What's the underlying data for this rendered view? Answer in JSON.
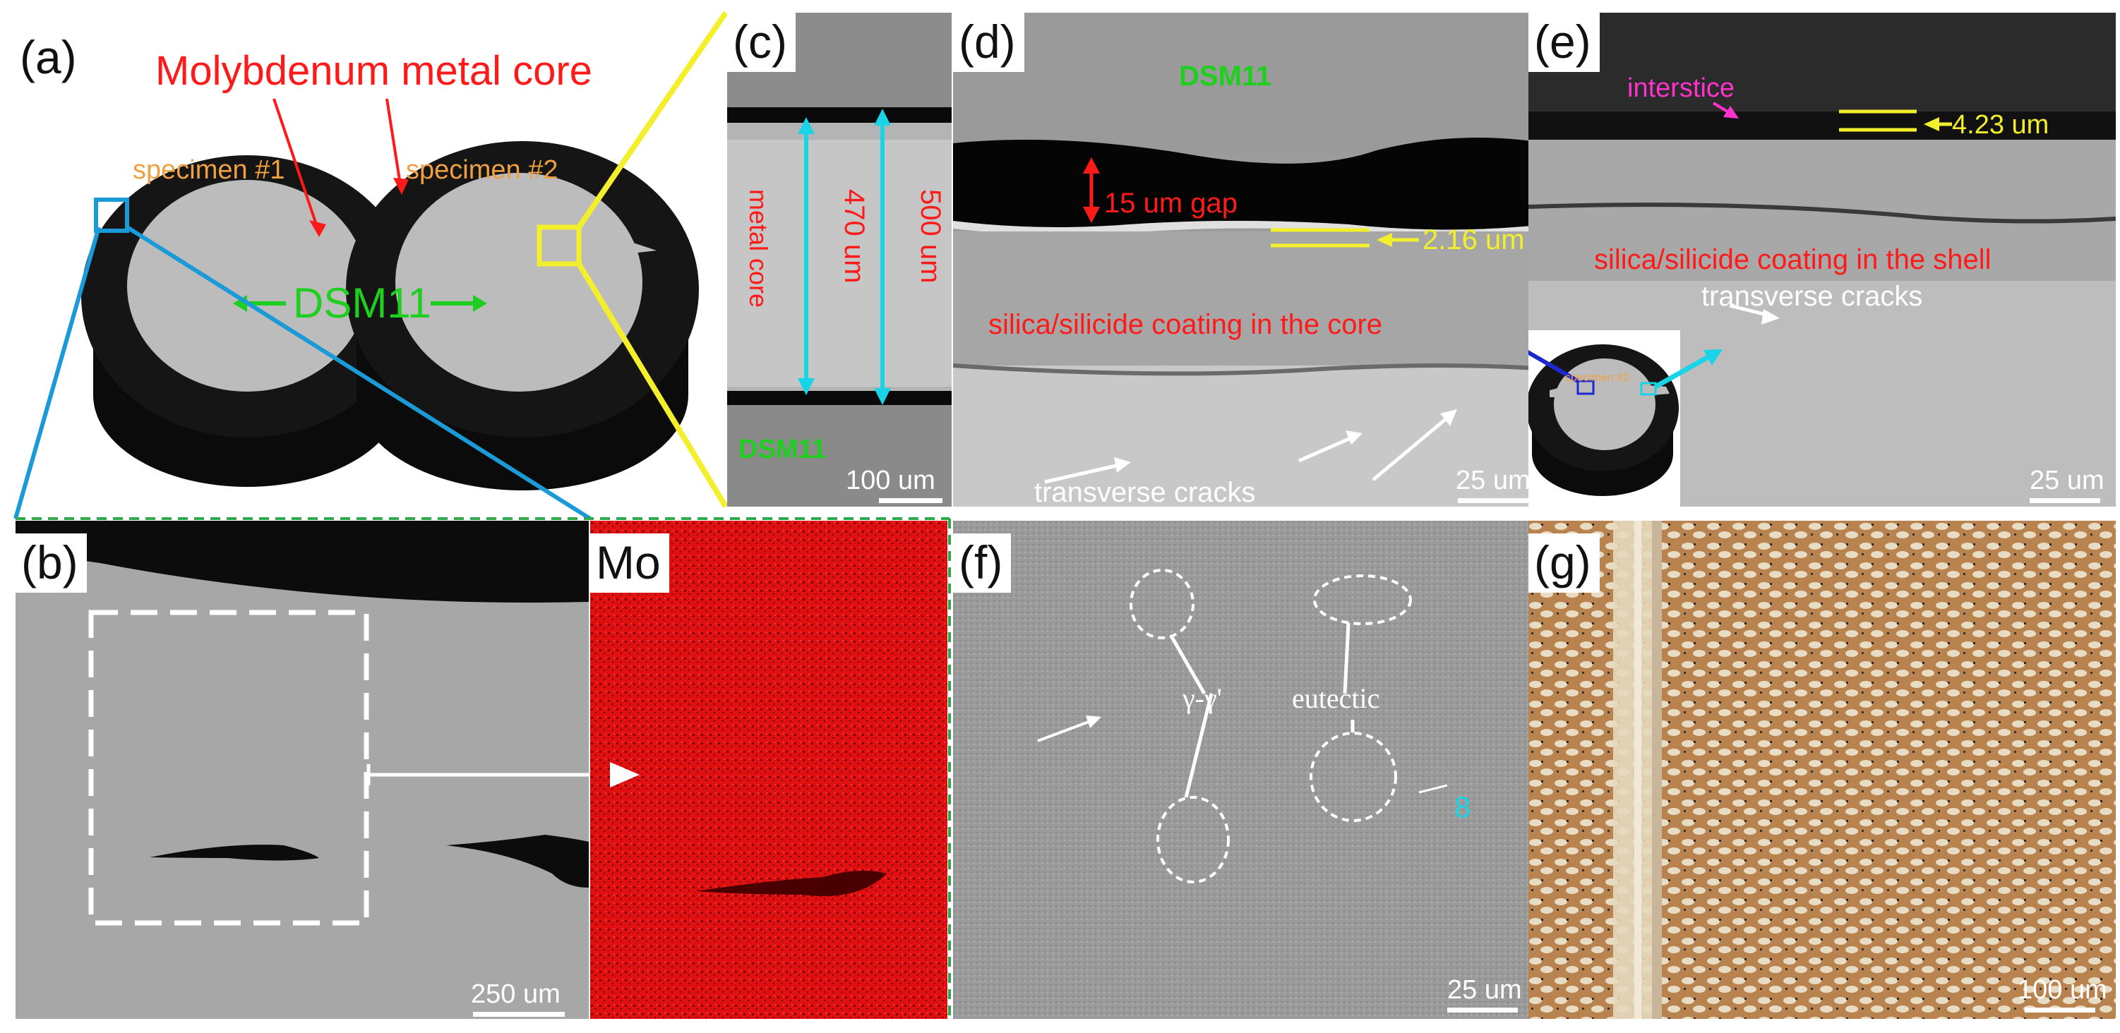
{
  "panels": {
    "a": {
      "label": "(a)",
      "title": "Molybdenum metal core",
      "specimen1": "specimen #1",
      "specimen2": "specimen #2",
      "material": "DSM11"
    },
    "b": {
      "label": "(b)",
      "map_label": "Mo",
      "scale": "250 um"
    },
    "c": {
      "label": "(c)",
      "core": "metal core",
      "dim1": "470 um",
      "dim2": "500 um",
      "material": "DSM11",
      "scale": "100 um"
    },
    "d": {
      "label": "(d)",
      "material": "DSM11",
      "gap": "15 um gap",
      "thickness": "2.16 um",
      "coating": "silica/silicide coating in the core",
      "cracks": "transverse cracks",
      "scale": "25 um"
    },
    "e": {
      "label": "(e)",
      "interstice": "interstice",
      "thickness": "4.23 um",
      "coating": "silica/silicide coating in the shell",
      "cracks": "transverse cracks",
      "inset_specimen": "specimen #2",
      "scale": "25 um"
    },
    "f": {
      "label": "(f)",
      "phase": "γ-γ'",
      "eutectic": "eutectic",
      "point": "8",
      "scale": "25 um"
    },
    "g": {
      "label": "(g)",
      "scale": "100 um"
    }
  },
  "colors": {
    "annotation_red": "#ff1a1a",
    "annotation_green": "#1fcf1f",
    "annotation_yellow": "#f3ef2c",
    "annotation_cyan": "#19d4e6",
    "annotation_blue": "#1a7fd0",
    "annotation_magenta": "#ff33cc",
    "divider_green": "#2ea84a",
    "map_red": "#e01010"
  }
}
